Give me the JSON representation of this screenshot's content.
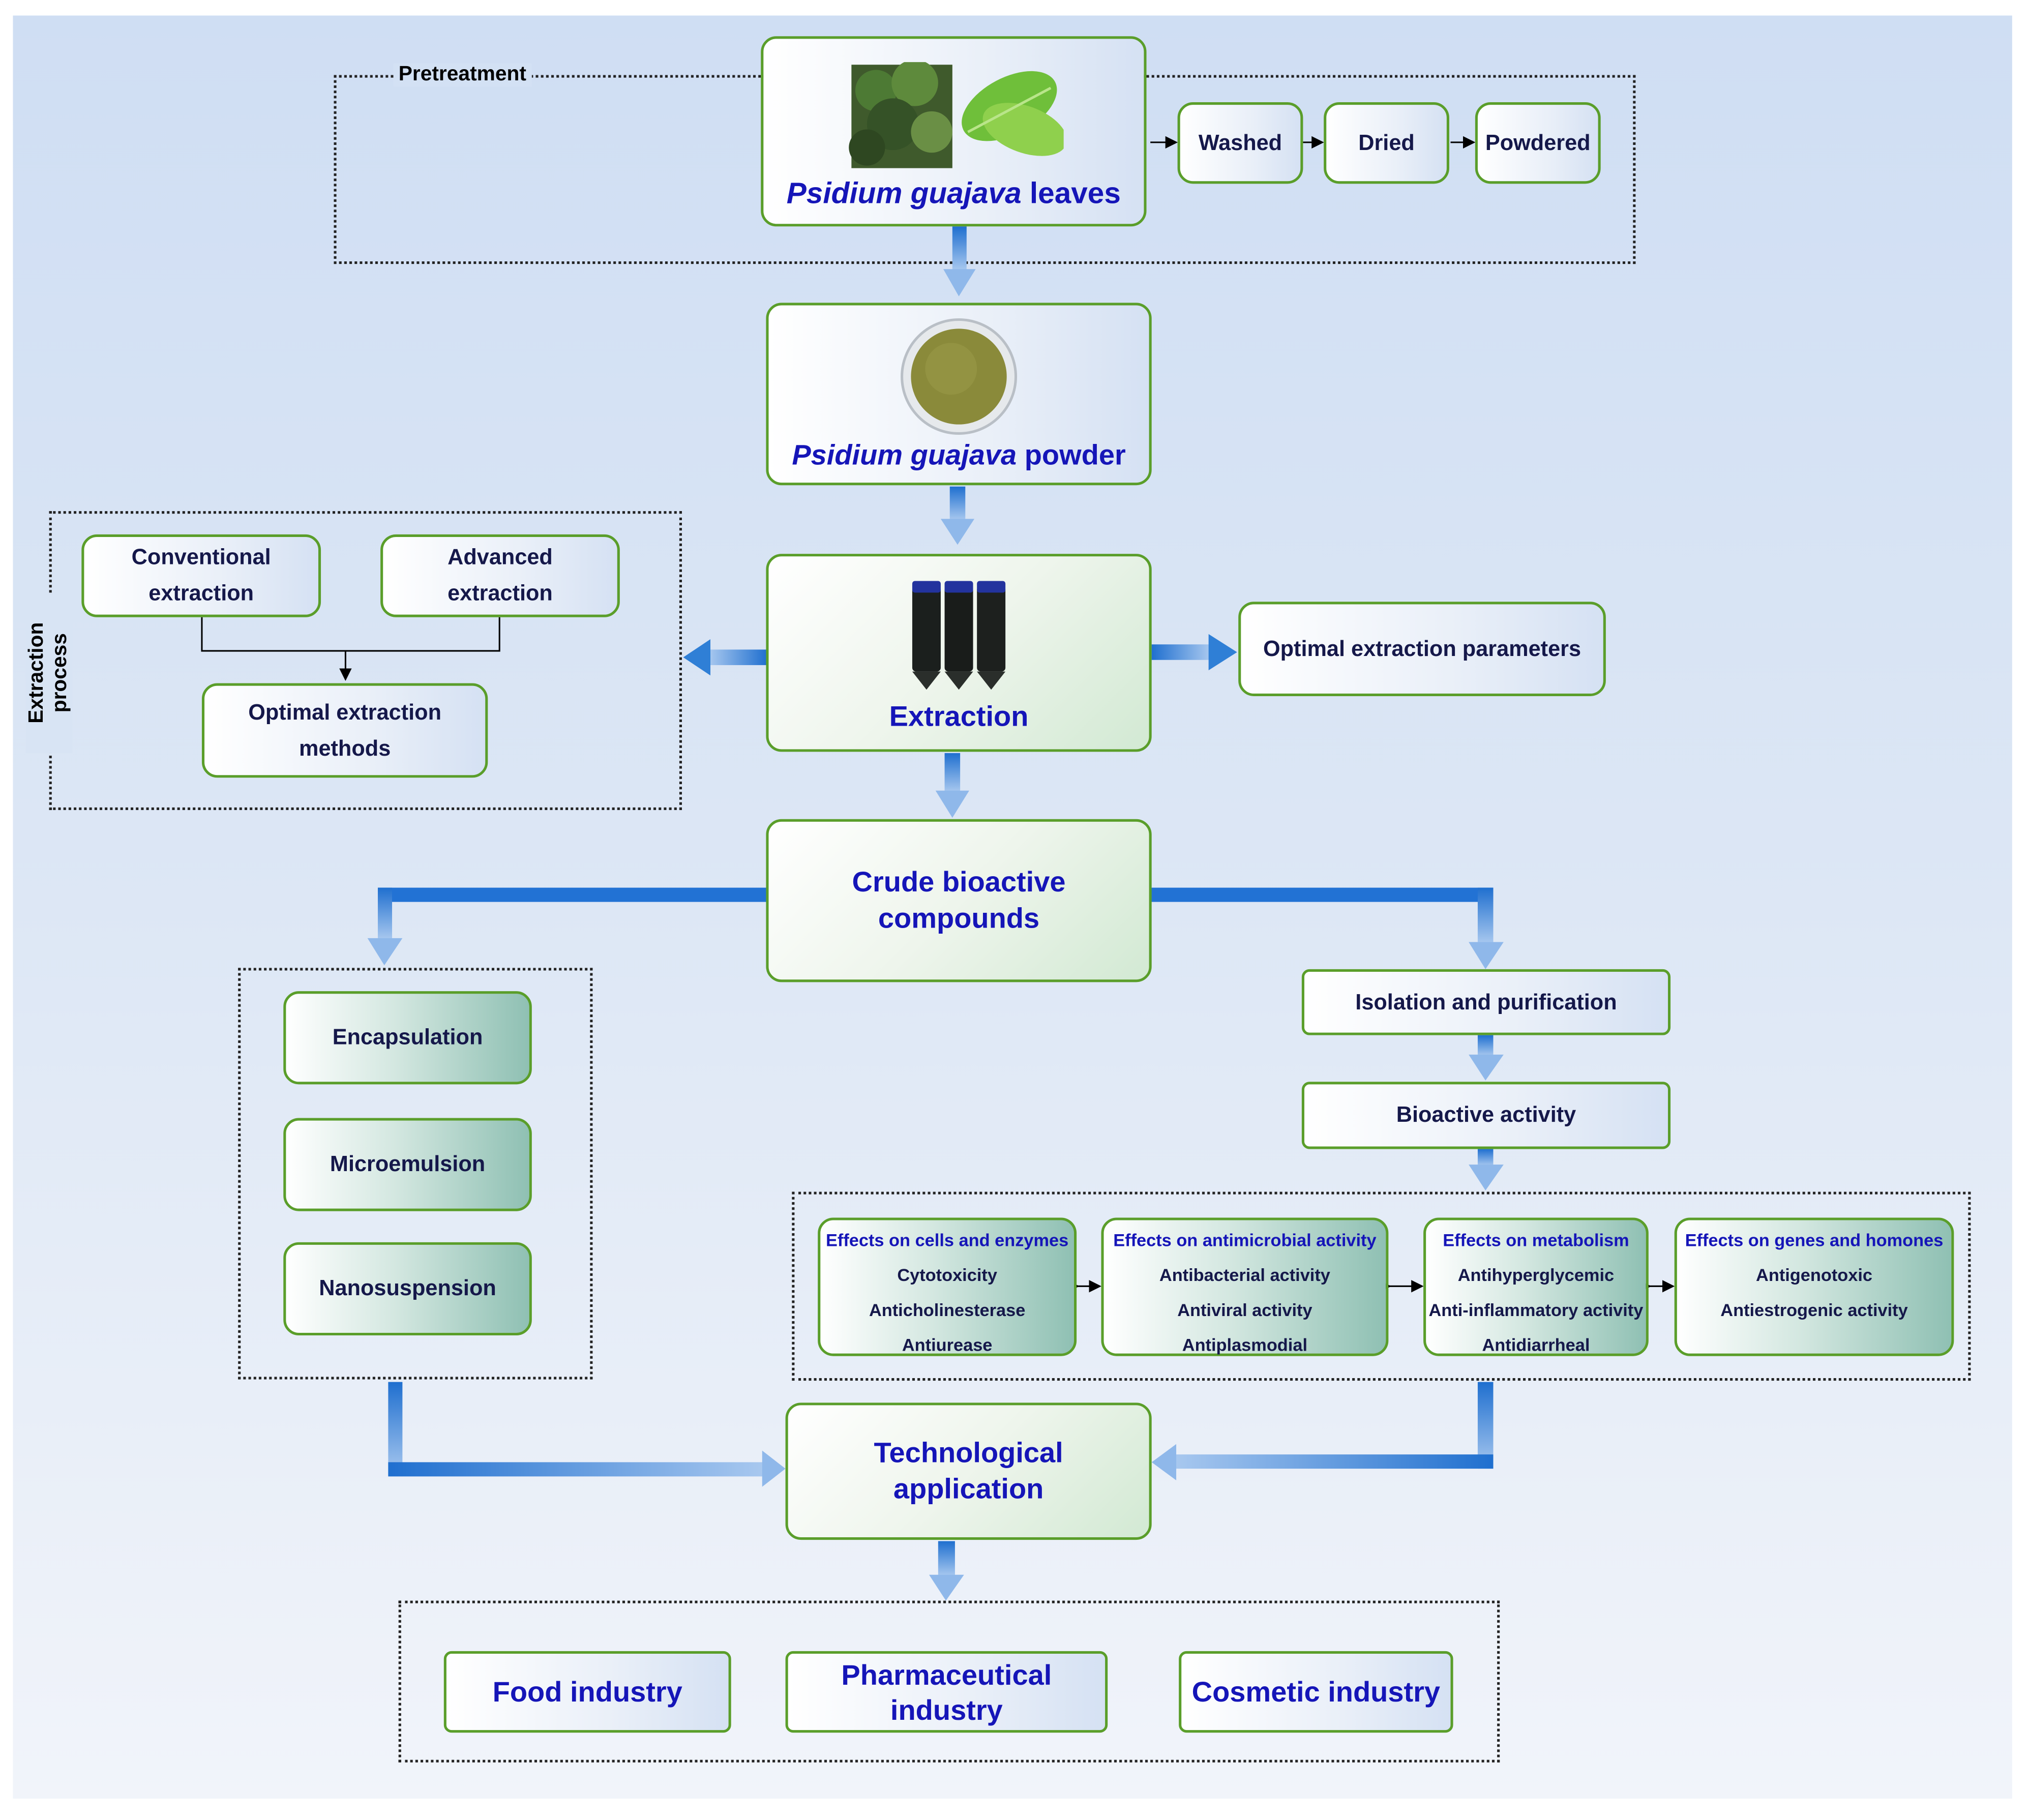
{
  "pretreatment": {
    "label": "Pretreatment",
    "leaves_genus": "Psidium guajava",
    "leaves_word": " leaves",
    "steps": [
      "Washed",
      "Dried",
      "Powdered"
    ]
  },
  "powder": {
    "genus": "Psidium guajava",
    "word": " powder"
  },
  "extraction_process": {
    "label": "Extraction process",
    "conventional": [
      "Conventional",
      "extraction"
    ],
    "advanced": [
      "Advanced",
      "extraction"
    ],
    "optimal_methods": [
      "Optimal extraction",
      "methods"
    ]
  },
  "extraction": {
    "label": "Extraction",
    "parameters": "Optimal extraction parameters"
  },
  "crude": {
    "line1": "Crude bioactive",
    "line2": "compounds"
  },
  "formulation": [
    "Encapsulation",
    "Microemulsion",
    "Nanosuspension"
  ],
  "isolation": "Isolation and purification",
  "bioactive": "Bioactive activity",
  "effects": [
    {
      "title": "Effects on cells and enzymes",
      "items": [
        "Cytotoxicity",
        "Anticholinesterase",
        "Antiurease"
      ]
    },
    {
      "title": "Effects on antimicrobial activity",
      "items": [
        "Antibacterial activity",
        "Antiviral activity",
        "Antiplasmodial"
      ]
    },
    {
      "title": "Effects on metabolism",
      "items": [
        "Antihyperglycemic",
        "Anti-inflammatory activity",
        "Antidiarrheal"
      ]
    },
    {
      "title": "Effects on genes and homones",
      "items": [
        "Antigenotoxic",
        "Antiestrogenic activity"
      ]
    }
  ],
  "tech": {
    "line1": "Technological",
    "line2": "application"
  },
  "industries": {
    "food": "Food industry",
    "pharma": [
      "Pharmaceutical",
      "industry"
    ],
    "cosmetic": "Cosmetic industry"
  },
  "colors": {
    "border": "#5a9e2a",
    "title_blue": "#1515b8",
    "text_navy": "#15184a",
    "arrow_blue": "#2f7fd6"
  }
}
